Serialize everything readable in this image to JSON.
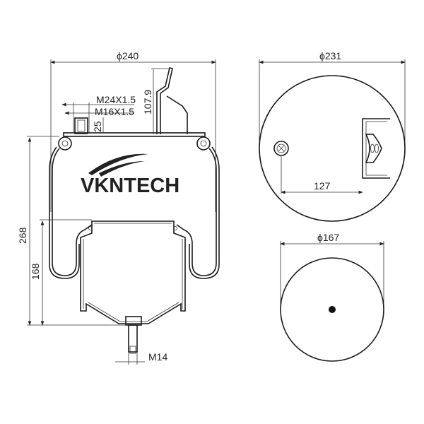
{
  "drawing": {
    "side_view": {
      "diameter_label": "ϕ240",
      "thread_upper_label": "M24X1.5",
      "thread_lower_label": "M16X1.5",
      "nut_height_label": "25",
      "bracket_height_label": "107.9",
      "overall_height_label": "268",
      "piston_height_label": "168",
      "stud_thread_label": "M14",
      "logo_text": "VKNTECH"
    },
    "top_view": {
      "diameter_label": "ϕ231",
      "offset_label": "127"
    },
    "bottom_view": {
      "diameter_label": "ϕ167"
    }
  }
}
